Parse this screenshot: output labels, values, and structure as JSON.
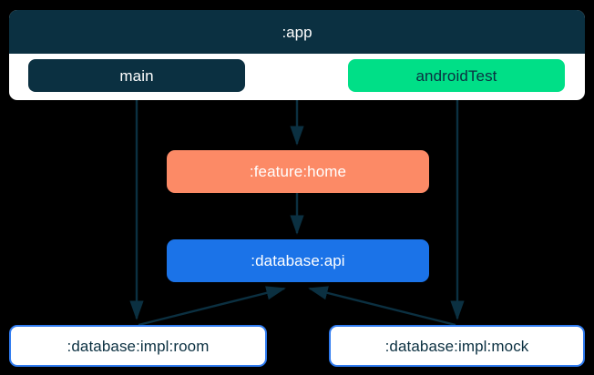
{
  "diagram": {
    "title": ":app",
    "background_color": "#000000",
    "edge_color": "#0b3041",
    "clusters": [
      {
        "id": "app",
        "label": ":app",
        "header_color": "#0b3041",
        "body_color": "#ffffff",
        "source_sets": [
          {
            "id": "main",
            "label": "main",
            "fill": "#0b3041",
            "text_color": "#ffffff"
          },
          {
            "id": "androidTest",
            "label": "androidTest",
            "fill": "#00df87",
            "text_color": "#0b3041"
          }
        ]
      }
    ],
    "nodes": [
      {
        "id": "feature-home",
        "label": ":feature:home",
        "fill": "#fc8a66",
        "text_color": "#ffffff",
        "style": "filled"
      },
      {
        "id": "database-api",
        "label": ":database:api",
        "fill": "#1b73e8",
        "text_color": "#ffffff",
        "style": "filled"
      },
      {
        "id": "database-impl-room",
        "label": ":database:impl:room",
        "fill": "#ffffff",
        "border": "#2f7bf0",
        "text_color": "#0b3041",
        "style": "outlined"
      },
      {
        "id": "database-impl-mock",
        "label": ":database:impl:mock",
        "fill": "#ffffff",
        "border": "#2f7bf0",
        "text_color": "#0b3041",
        "style": "outlined"
      }
    ],
    "edges": [
      {
        "from": "main",
        "to": "database-impl-room",
        "arrow": "normal"
      },
      {
        "from": "main",
        "to": "feature-home",
        "arrow": "normal"
      },
      {
        "from": "androidTest",
        "to": "database-impl-mock",
        "arrow": "normal"
      },
      {
        "from": "feature-home",
        "to": "database-api",
        "arrow": "normal"
      },
      {
        "from": "database-impl-room",
        "to": "database-api",
        "arrow": "normal"
      },
      {
        "from": "database-impl-mock",
        "to": "database-api",
        "arrow": "normal"
      }
    ]
  }
}
